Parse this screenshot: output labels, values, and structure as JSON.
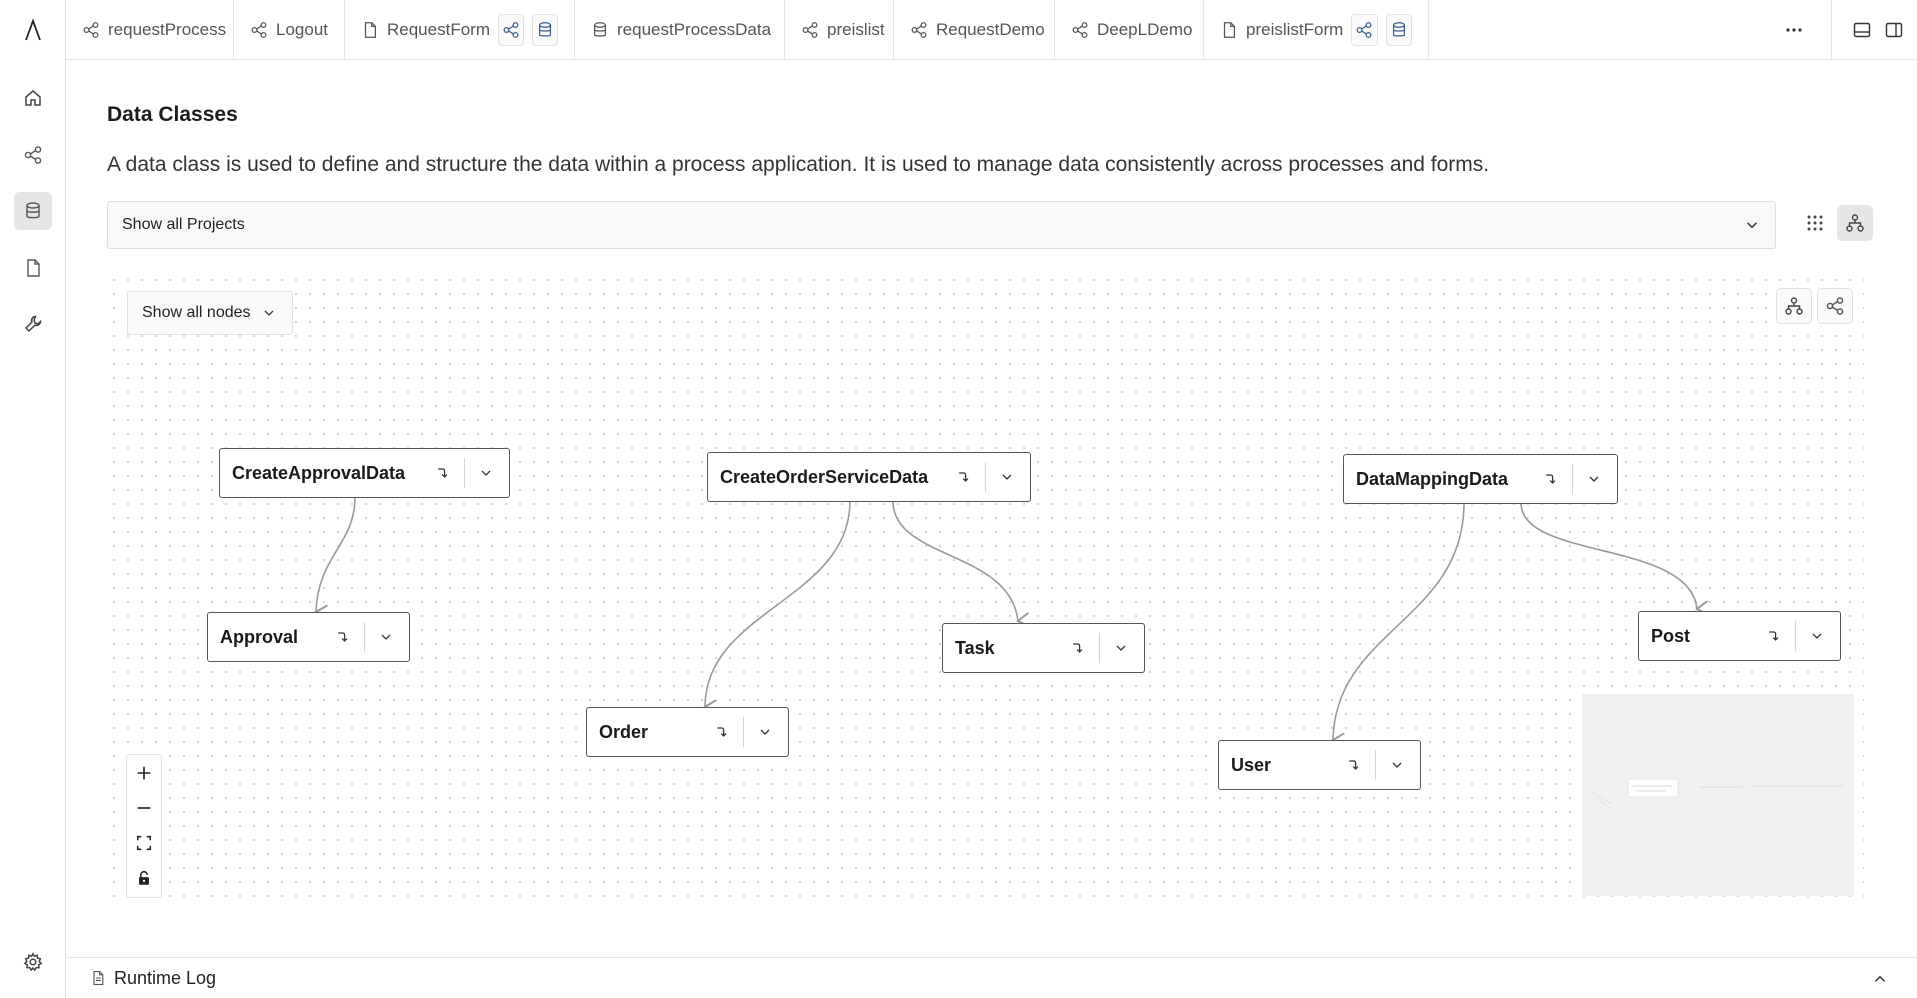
{
  "app": {
    "logo_icon": "lambda-logo-icon"
  },
  "sidebar": {
    "items": [
      {
        "icon": "home-icon",
        "label": "Home"
      },
      {
        "icon": "process-icon",
        "label": "Processes"
      },
      {
        "icon": "database-icon",
        "label": "Data Classes",
        "active": true
      },
      {
        "icon": "file-icon",
        "label": "Forms"
      },
      {
        "icon": "wrench-icon",
        "label": "Tools"
      }
    ],
    "settings_icon": "gear-icon"
  },
  "tabs": [
    {
      "icon": "process-icon",
      "label": "requestProcess"
    },
    {
      "icon": "process-icon",
      "label": "Logout"
    },
    {
      "icon": "file-icon",
      "label": "RequestForm",
      "sub": [
        "process-icon",
        "database-icon"
      ]
    },
    {
      "icon": "database-icon",
      "label": "requestProcessData"
    },
    {
      "icon": "process-icon",
      "label": "preislist"
    },
    {
      "icon": "process-icon",
      "label": "RequestDemo"
    },
    {
      "icon": "process-icon",
      "label": "DeepLDemo"
    },
    {
      "icon": "file-icon",
      "label": "preislistForm",
      "sub": [
        "process-icon",
        "database-icon"
      ]
    }
  ],
  "topbar": {
    "more_icon": "more-horizontal-icon",
    "panel_bottom_icon": "panel-bottom-icon",
    "panel_right_icon": "panel-right-icon"
  },
  "main": {
    "title": "Data Classes",
    "description": "A data class is used to define and structure the data within a process application. It is used to manage data consistently across processes and forms.",
    "project_filter": "Show all Projects",
    "view_grid_icon": "grid-icon",
    "view_graph_icon": "graph-icon"
  },
  "canvas": {
    "nodes_filter": "Show all nodes",
    "layout_tree_icon": "tree-layout-icon",
    "layout_network_icon": "network-layout-icon",
    "nodes": [
      {
        "id": "n1",
        "name": "CreateApprovalData"
      },
      {
        "id": "n2",
        "name": "Approval"
      },
      {
        "id": "n3",
        "name": "CreateOrderServiceData"
      },
      {
        "id": "n4",
        "name": "Order"
      },
      {
        "id": "n5",
        "name": "Task"
      },
      {
        "id": "n6",
        "name": "DataMappingData"
      },
      {
        "id": "n7",
        "name": "User"
      },
      {
        "id": "n8",
        "name": "Post"
      }
    ],
    "edges": [
      [
        "n1",
        "n2"
      ],
      [
        "n3",
        "n4"
      ],
      [
        "n3",
        "n5"
      ],
      [
        "n6",
        "n7"
      ],
      [
        "n6",
        "n8"
      ]
    ],
    "zoom_controls": [
      "zoom-in-icon",
      "zoom-out-icon",
      "fit-view-icon",
      "lock-icon"
    ]
  },
  "runtime_log": {
    "label": "Runtime Log",
    "icon": "file-text-icon"
  }
}
